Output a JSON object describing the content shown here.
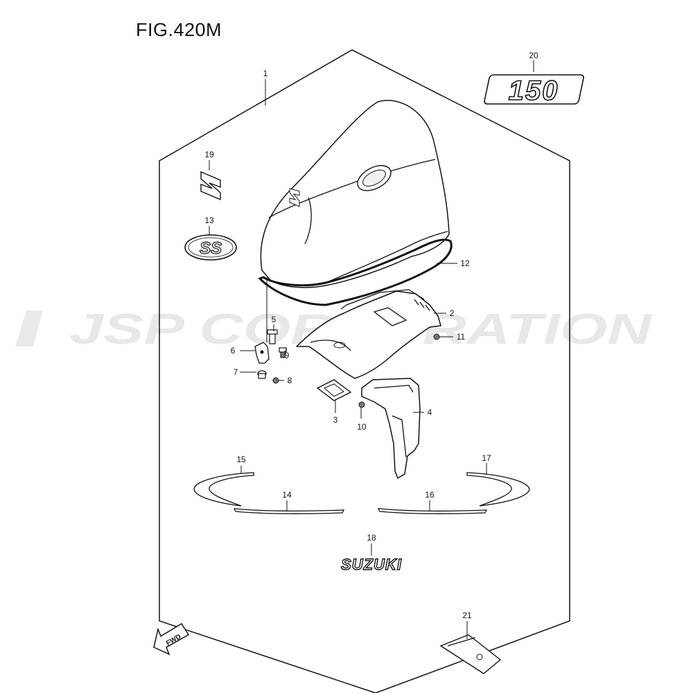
{
  "figure": {
    "title": "FIG.420M"
  },
  "watermark": {
    "text": "JSP CORPORATION"
  },
  "emblems": {
    "model_number": "150",
    "brand_name": "SUZUKI",
    "ss_badge": "SS",
    "fwd_arrow": "FWD"
  },
  "callouts": [
    "1",
    "2",
    "3",
    "4",
    "5",
    "6",
    "7",
    "8",
    "9",
    "10",
    "11",
    "12",
    "13",
    "14",
    "15",
    "16",
    "17",
    "18",
    "19",
    "20",
    "21"
  ],
  "parts": [
    {
      "no": "1",
      "icon": "engine-cover-icon"
    },
    {
      "no": "2",
      "icon": "lower-cover-icon"
    },
    {
      "no": "3",
      "icon": "seal-pad-icon"
    },
    {
      "no": "4",
      "icon": "bracket-icon"
    },
    {
      "no": "5",
      "icon": "bolt-icon"
    },
    {
      "no": "6",
      "icon": "latch-icon"
    },
    {
      "no": "7",
      "icon": "grommet-icon"
    },
    {
      "no": "8",
      "icon": "screw-icon"
    },
    {
      "no": "9",
      "icon": "screw-icon"
    },
    {
      "no": "10",
      "icon": "screw-icon"
    },
    {
      "no": "11",
      "icon": "screw-icon"
    },
    {
      "no": "12",
      "icon": "seal-ring-icon"
    },
    {
      "no": "13",
      "icon": "ss-emblem-icon"
    },
    {
      "no": "14",
      "icon": "stripe-decal-icon"
    },
    {
      "no": "15",
      "icon": "stripe-decal-icon"
    },
    {
      "no": "16",
      "icon": "stripe-decal-icon"
    },
    {
      "no": "17",
      "icon": "stripe-decal-icon"
    },
    {
      "no": "18",
      "icon": "suzuki-emblem-icon"
    },
    {
      "no": "19",
      "icon": "s-logo-emblem-icon"
    },
    {
      "no": "20",
      "icon": "150-emblem-icon"
    },
    {
      "no": "21",
      "icon": "label-icon"
    }
  ]
}
